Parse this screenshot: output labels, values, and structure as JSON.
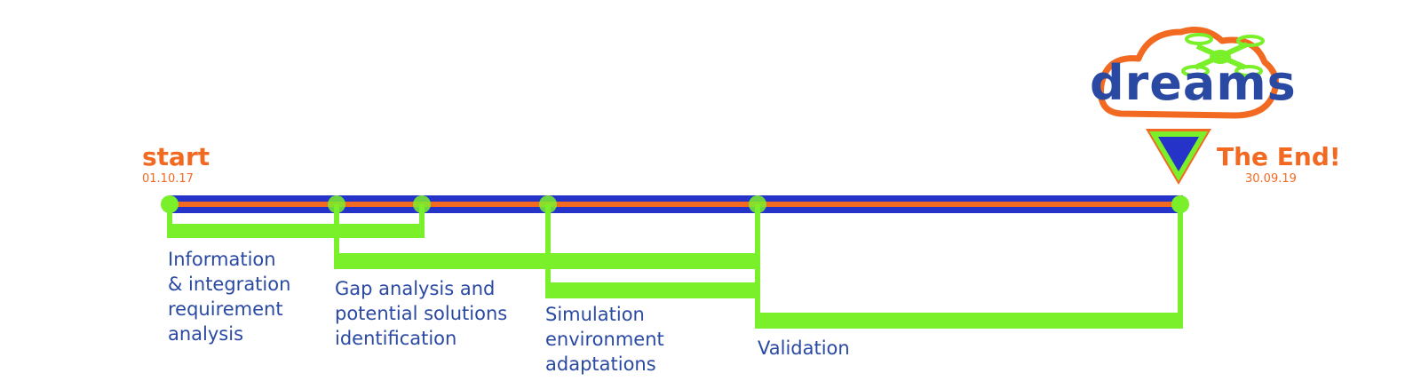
{
  "timeline": {
    "start": {
      "label": "start",
      "date": "01.10.17"
    },
    "end": {
      "label": "The End!",
      "date": "30.09.19"
    }
  },
  "phases": [
    {
      "lines": [
        "Information",
        "& integration",
        "requirement",
        "analysis"
      ]
    },
    {
      "lines": [
        "Gap analysis and",
        "potential solutions",
        "identification"
      ]
    },
    {
      "lines": [
        "Simulation",
        "environment",
        "adaptations"
      ]
    },
    {
      "lines": [
        "Validation"
      ]
    }
  ],
  "logo": {
    "text": "dreams"
  },
  "colors": {
    "orange": "#f26a22",
    "blue": "#2a49a3",
    "track_blue": "#2633c9",
    "green": "#7af02a"
  }
}
